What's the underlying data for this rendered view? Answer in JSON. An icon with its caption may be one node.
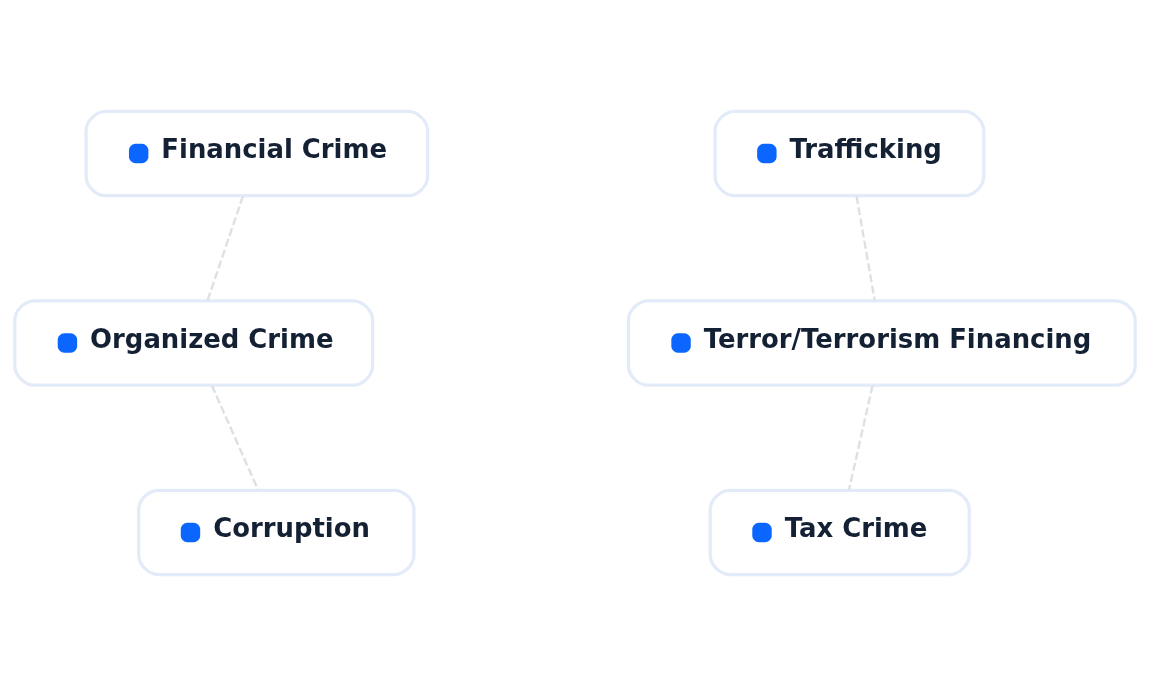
{
  "diagram": {
    "nodes": [
      {
        "text": [
          "Financial Crime"
        ]
      },
      {
        "text": [
          "Organized Crime"
        ]
      },
      {
        "text": [
          "Corruption"
        ]
      },
      {
        "text": [
          "Trafficking"
        ]
      },
      {
        "text": [
          "Terror/Terrorism Financing"
        ]
      },
      {
        "text": [
          "Tax Crime"
        ]
      }
    ],
    "edges": [
      {
        "from": 0,
        "to": 1,
        "arrow": "none",
        "style": "dashed"
      },
      {
        "from": 1,
        "to": 2,
        "arrow": "none",
        "style": "dashed"
      },
      {
        "from": 3,
        "to": 4,
        "arrow": "none",
        "style": "dashed"
      },
      {
        "from": 4,
        "to": 5,
        "arrow": "none",
        "style": "dashed"
      }
    ]
  }
}
